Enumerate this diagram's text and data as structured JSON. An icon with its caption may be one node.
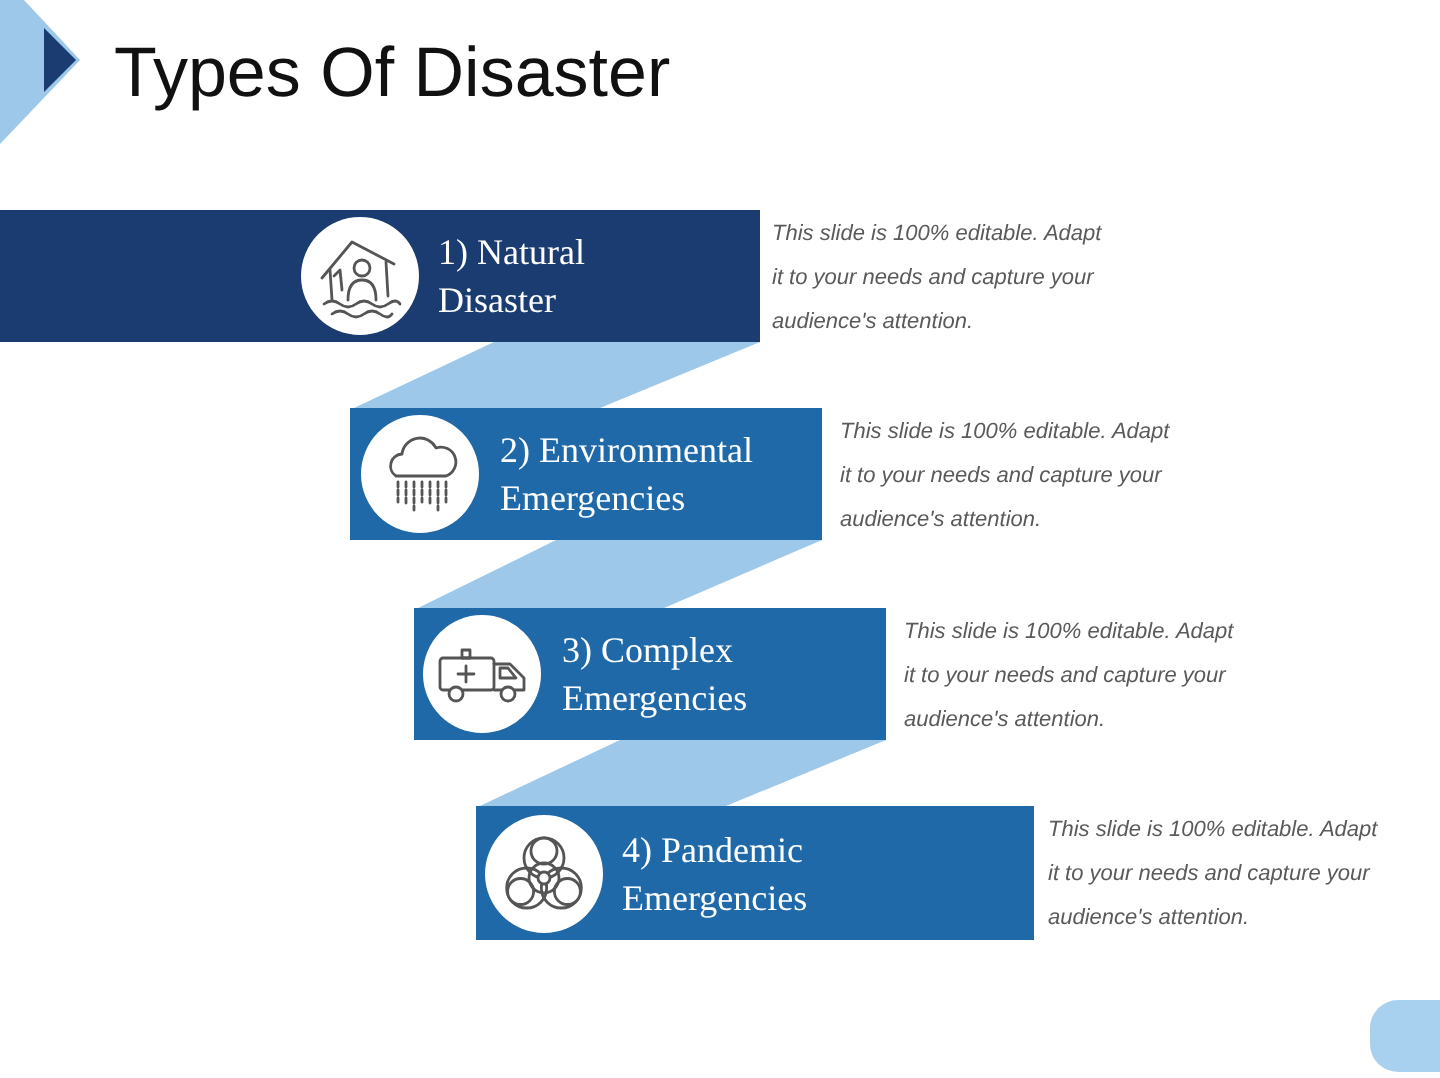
{
  "diagram": {
    "title": "Types Of Disaster",
    "nodes": [
      {
        "text": [
          "1) Natural Disaster"
        ],
        "beside": [
          "This slide is 100% editable. Adapt it to your needs and capture your audience's attention."
        ]
      },
      {
        "text": [
          "2) Environmental Emergencies"
        ],
        "beside": [
          "This slide is 100% editable. Adapt it to your needs and capture your audience's attention."
        ]
      },
      {
        "text": [
          "3) Complex Emergencies"
        ],
        "beside": [
          "This slide is 100% editable. Adapt it to your needs and capture your audience's attention."
        ]
      },
      {
        "text": [
          "4) Pandemic Emergencies"
        ],
        "beside": [
          "This slide is 100% editable. Adapt it to your needs and capture your audience's attention."
        ]
      }
    ],
    "edges": [
      {
        "from": 0,
        "to": 1,
        "arrow": "none"
      },
      {
        "from": 1,
        "to": 2,
        "arrow": "none"
      },
      {
        "from": 2,
        "to": 3,
        "arrow": "none"
      }
    ]
  }
}
